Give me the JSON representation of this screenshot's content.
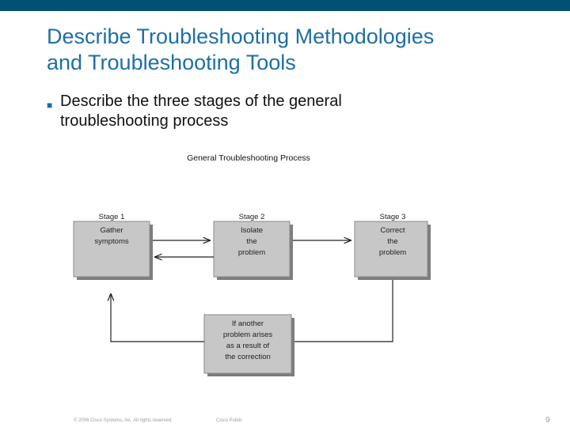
{
  "slide": {
    "title_lines": [
      "Describe Troubleshooting Methodologies",
      "and Troubleshooting Tools"
    ],
    "bullet_lines": [
      "Describe the three stages of the general",
      "troubleshooting process"
    ]
  },
  "diagram": {
    "title": "General Troubleshooting Process",
    "stages": [
      {
        "label": "Stage 1",
        "text_lines": [
          "Gather",
          "symptoms"
        ]
      },
      {
        "label": "Stage 2",
        "text_lines": [
          "Isolate",
          "the",
          "problem"
        ]
      },
      {
        "label": "Stage 3",
        "text_lines": [
          "Correct",
          "the",
          "problem"
        ]
      }
    ],
    "loop_box": {
      "text_lines": [
        "If another",
        "problem arises",
        "as a result of",
        "the correction"
      ]
    },
    "colors": {
      "box_fill": "#c7c7c7",
      "box_stroke": "#8a8a8a",
      "shadow": "#7d7d7d",
      "line": "#222222"
    }
  },
  "footer": {
    "copyright": "© 2006 Cisco Systems, Inc. All rights reserved.",
    "classification": "Cisco Public",
    "page_number": "9"
  },
  "colors": {
    "top_bar": "#005073",
    "title": "#1d6fa5"
  }
}
